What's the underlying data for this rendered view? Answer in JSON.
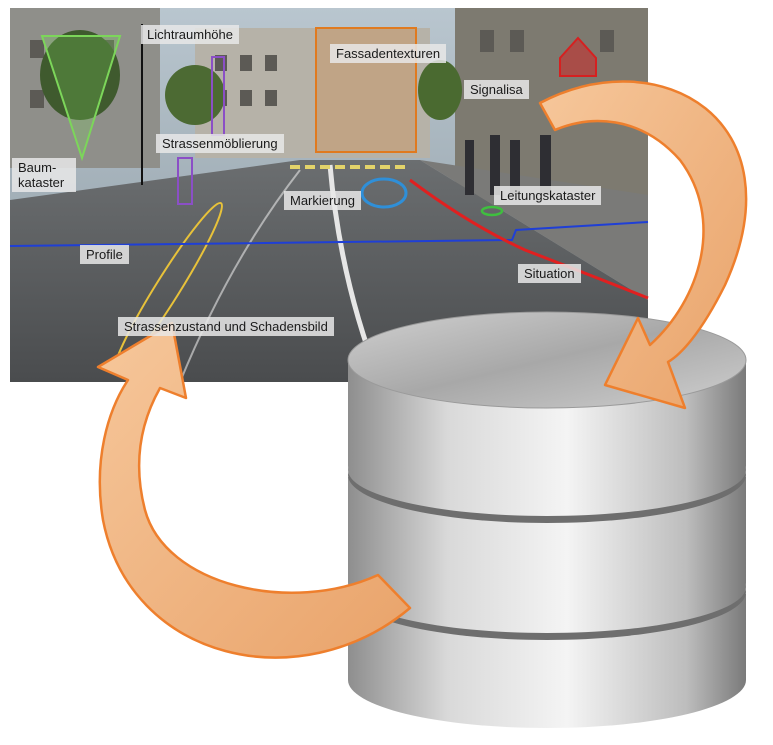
{
  "labels": {
    "lichtraumhoehe": "Lichtraumhöhe",
    "fassadentexturen": "Fassadentexturen",
    "signalisation": "Signalisa",
    "strassenmoeblierung": "Strassenmöblierung",
    "baumkataster": "Baum-\nkataster",
    "markierung": "Markierung",
    "leitungskataster": "Leitungskataster",
    "profile": "Profile",
    "situation": "Situation",
    "strassenzustand": "Strassenzustand und Schadensbild"
  },
  "colors": {
    "arrow_fill": "#f2b27a",
    "arrow_stroke": "#ee7f2d",
    "profile_line": "#1f3fd6",
    "situation_line": "#e02020",
    "tree_marker": "#7cd65a",
    "furniture_marker": "#8b4fc6",
    "facade_marker": "#e07a1f",
    "marking_marker": "#2f8fd8",
    "damage_marker": "#e8c23a",
    "sign_marker": "#d62020",
    "cable_marker": "#3fbf3f"
  },
  "icons": [
    "database-icon",
    "cycle-arrow-icon"
  ]
}
